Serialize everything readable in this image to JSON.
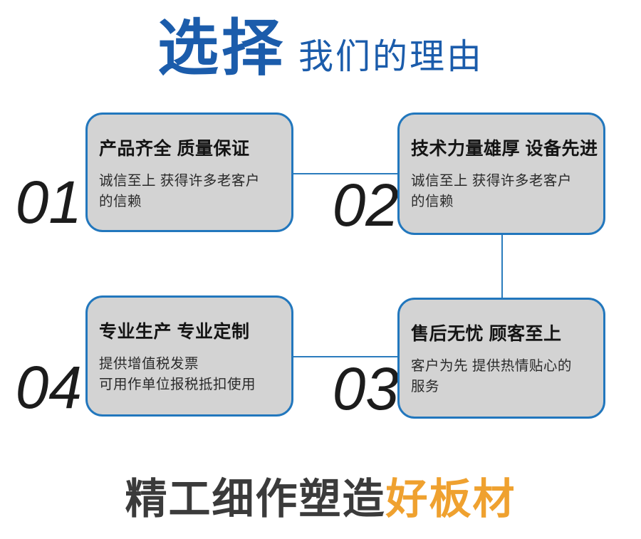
{
  "header": {
    "title_primary": "选择",
    "title_secondary": "我们的理由"
  },
  "cards": [
    {
      "number": "01",
      "title": "产品齐全 质量保证",
      "desc": "诚信至上 获得许多老客户\n的信赖"
    },
    {
      "number": "02",
      "title": "技术力量雄厚 设备先进",
      "desc": "诚信至上 获得许多老客户\n的信赖"
    },
    {
      "number": "04",
      "title": "专业生产 专业定制",
      "desc": "提供增值税发票\n可用作单位报税抵扣使用"
    },
    {
      "number": "03",
      "title": "售后无忧 顾客至上",
      "desc": "客户为先 提供热情贴心的\n服务"
    }
  ],
  "footer": {
    "text_dark": "精工细作塑造",
    "text_accent": "好板材"
  },
  "colors": {
    "title_blue": "#1b5cab",
    "card_border_blue": "#2277bd",
    "card_fill_gray": "#d3d3d3",
    "connector_blue": "#2b7cbd",
    "accent_orange": "#efa12f",
    "footer_gray": "#3b3b3b"
  }
}
